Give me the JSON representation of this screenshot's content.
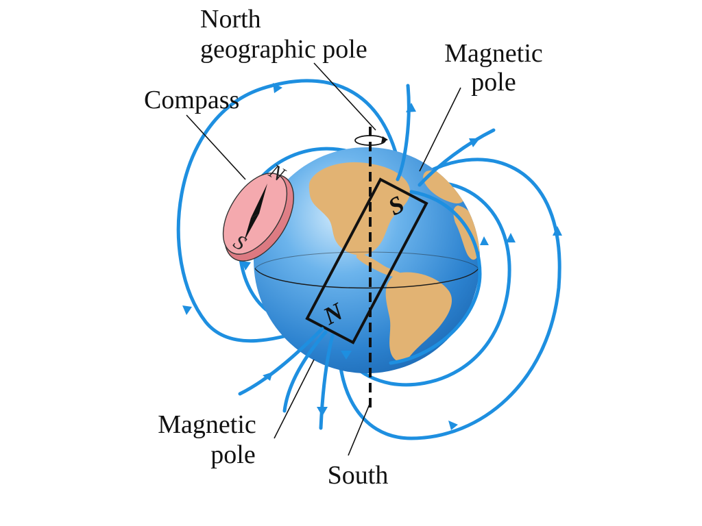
{
  "labels": {
    "north_geographic_line1": "North",
    "north_geographic_line2": "geographic pole",
    "magnetic_pole_top_line1": "Magnetic",
    "magnetic_pole_top_line2": "pole",
    "compass": "Compass",
    "magnetic_pole_bottom_line1": "Magnetic",
    "magnetic_pole_bottom_line2": "pole",
    "south": "South"
  },
  "bar_magnet": {
    "top_pole": "S",
    "bottom_pole": "N"
  },
  "compass_needle": {
    "north": "N",
    "south": "S"
  },
  "colors": {
    "field_lines": "#1e8fe0",
    "ocean": "#3a8fd6",
    "land": "#e2b373",
    "compass_body": "#f2a6ab",
    "axis": "#111111"
  }
}
